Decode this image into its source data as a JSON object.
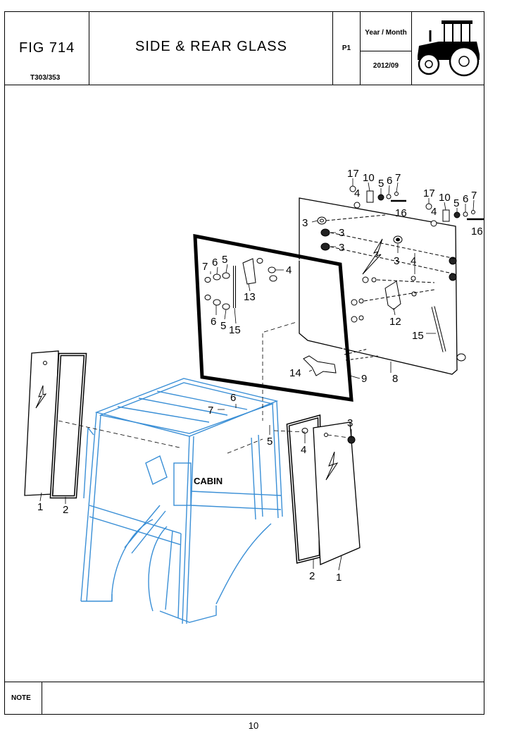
{
  "header": {
    "figure": "FIG 714",
    "model": "T303/353",
    "title": "SIDE & REAR GLASS",
    "page_code": "P1",
    "year_month_label": "Year / Month",
    "year_month_value": "2012/09",
    "logo_icon": "tractor-icon"
  },
  "drawing": {
    "cabin_label": "CABIN",
    "callouts": [
      "17",
      "10",
      "5",
      "6",
      "7",
      "4",
      "16",
      "17",
      "10",
      "5",
      "6",
      "7",
      "4",
      "16",
      "3",
      "3",
      "3",
      "3",
      "4",
      "7",
      "6",
      "5",
      "4",
      "13",
      "6",
      "5",
      "15",
      "12",
      "15",
      "14",
      "9",
      "8",
      "6",
      "7",
      "5",
      "3",
      "4",
      "2",
      "1",
      "1",
      "2"
    ],
    "frame_color": "#3a8fd6"
  },
  "note": {
    "label": "NOTE",
    "text": ""
  },
  "footer": {
    "page_number": "10"
  }
}
